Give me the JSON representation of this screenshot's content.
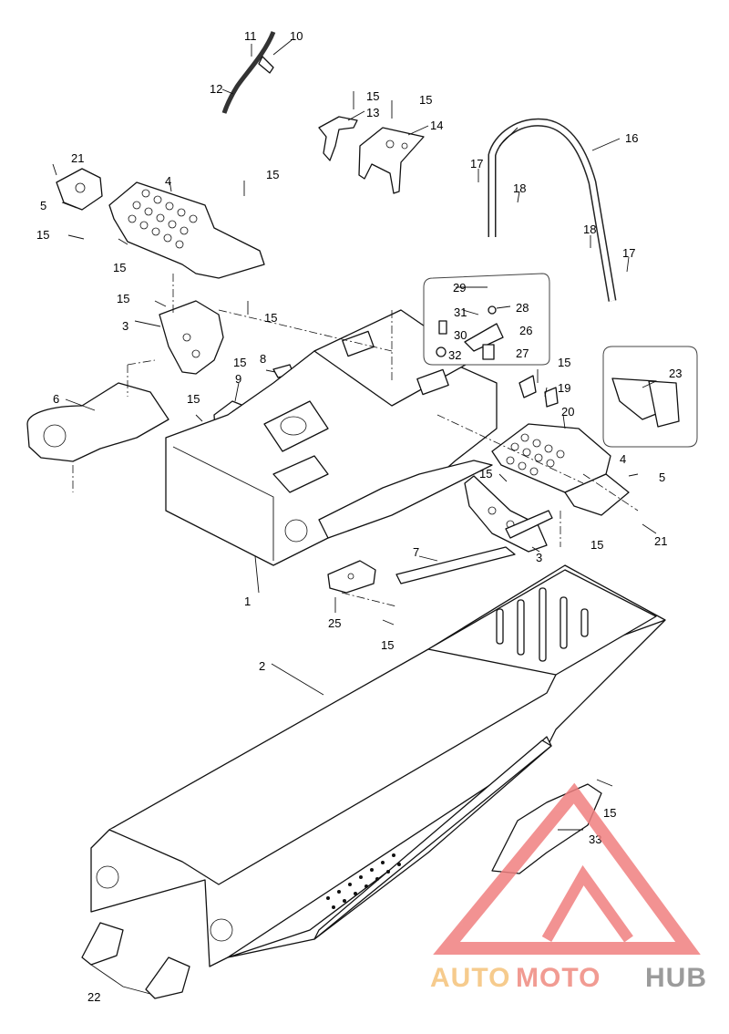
{
  "callouts": {
    "c1": "1",
    "c2": "2",
    "c3a": "3",
    "c3b": "3",
    "c4a": "4",
    "c4b": "4",
    "c5a": "5",
    "c5b": "5",
    "c6": "6",
    "c7": "7",
    "c8": "8",
    "c9": "9",
    "c10": "10",
    "c11": "11",
    "c12": "12",
    "c13": "13",
    "c14": "14",
    "c15a": "15",
    "c15b": "15",
    "c15c": "15",
    "c15d": "15",
    "c15e": "15",
    "c15f": "15",
    "c15g": "15",
    "c15h": "15",
    "c15i": "15",
    "c15j": "15",
    "c15k": "15",
    "c15l": "15",
    "c15m": "15",
    "c16": "16",
    "c17a": "17",
    "c17b": "17",
    "c18a": "18",
    "c18b": "18",
    "c19": "19",
    "c20": "20",
    "c21a": "21",
    "c21b": "21",
    "c22": "22",
    "c23": "23",
    "c25": "25",
    "c26": "26",
    "c27": "27",
    "c28": "28",
    "c29": "29",
    "c30": "30",
    "c31": "31",
    "c32": "32",
    "c33": "33"
  },
  "watermark": {
    "part1": "AUTO",
    "part2": "MOTO",
    "part3": "HUB",
    "color_auto": "#f5c27a",
    "color_moto": "#ef8a80",
    "color_hub": "#8a8a8a",
    "color_triangle": "#f08080"
  }
}
